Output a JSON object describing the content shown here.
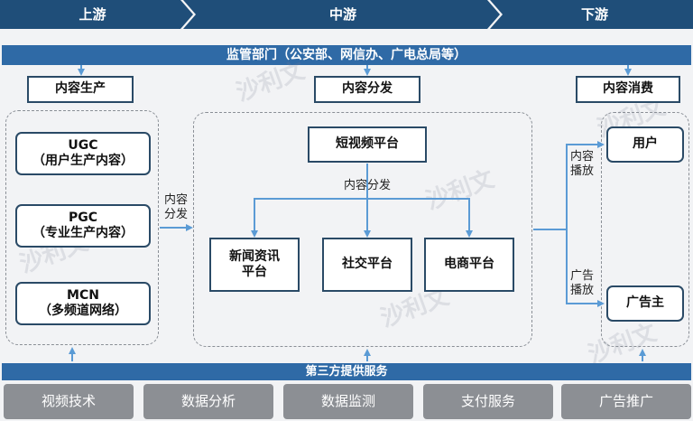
{
  "banner": {
    "upstream": "上游",
    "midstream": "中游",
    "downstream": "下游"
  },
  "regulator": "监管部门（公安部、网信办、广电总局等）",
  "headers": {
    "content_production": "内容生产",
    "content_distribution": "内容分发",
    "content_consumption": "内容消费"
  },
  "upstream_items": [
    {
      "line1": "UGC",
      "line2": "（用户生产内容）"
    },
    {
      "line1": "PGC",
      "line2": "（专业生产内容）"
    },
    {
      "line1": "MCN",
      "line2": "（多频道网络）"
    }
  ],
  "arrow_labels": {
    "up_to_mid_1": "内容",
    "up_to_mid_2": "分发",
    "internal": "内容分发",
    "to_user_1": "内容",
    "to_user_2": "播放",
    "to_adv_1": "广告",
    "to_adv_2": "播放"
  },
  "midstream": {
    "short_video": "短视频平台",
    "news_1": "新闻资讯",
    "news_2": "平台",
    "social": "社交平台",
    "ecommerce": "电商平台"
  },
  "downstream": {
    "user": "用户",
    "advertiser": "广告主"
  },
  "third_party": "第三方提供服务",
  "services": [
    "视频技术",
    "数据分析",
    "数据监测",
    "支付服务",
    "广告推广"
  ],
  "watermark": "沙利文",
  "colors": {
    "banner": "#1f4e79",
    "bar": "#2f6aa6",
    "arrow": "#5b9bd5",
    "tile": "#8c8f94"
  }
}
